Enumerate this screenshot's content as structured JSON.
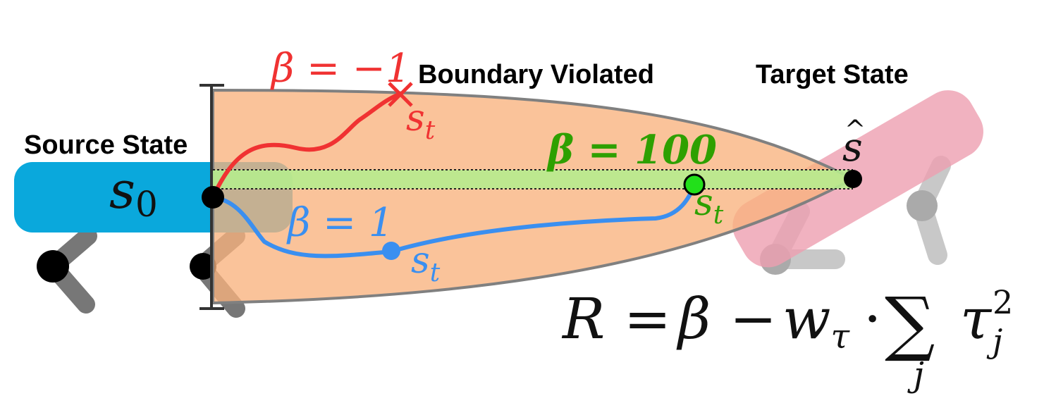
{
  "labels": {
    "source_state": "Source State",
    "target_state": "Target State",
    "boundary_violated": "Boundary Violated",
    "s0_var": "s",
    "s0_sub": "0",
    "s_hat": "s",
    "hat": "^"
  },
  "trajectories": {
    "red": {
      "beta": "β = −1",
      "state_var": "s",
      "state_sub": "t",
      "color": "#f03232"
    },
    "green": {
      "beta": "β = 100",
      "state_var": "s",
      "state_sub": "t",
      "color": "#2ea000",
      "marker_color": "#22e01a"
    },
    "blue": {
      "beta": "β = 1",
      "state_var": "s",
      "state_sub": "t",
      "color": "#3a8ff0"
    }
  },
  "reward": {
    "lhs": "R",
    "eq": "=",
    "beta": "β",
    "minus": "−",
    "w": "w",
    "w_sub": "τ",
    "dot": "·",
    "sigma": "∑",
    "sigma_sub": "j",
    "tau": "τ",
    "tau_sub": "j",
    "tau_sup": "2"
  },
  "colors": {
    "source_robot": "#0aa8dc",
    "target_robot": "#ee9fb0",
    "region": "#f9b27e",
    "green_band": "#b6ec8e",
    "legs": "#777777",
    "target_legs": "#c8c8c8"
  }
}
